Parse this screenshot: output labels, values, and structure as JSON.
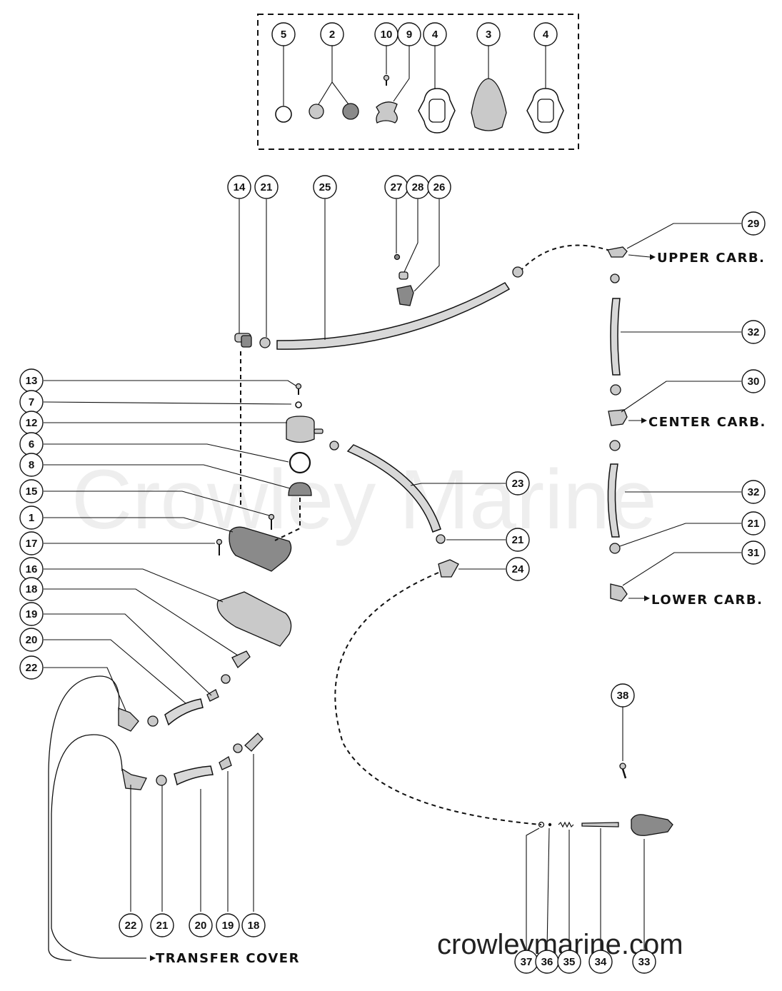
{
  "watermark": "Crowley Marine",
  "footer_url": "crowleymarine.com",
  "destinations": {
    "upper": "UPPER CARB.",
    "center": "CENTER CARB.",
    "lower": "LOWER CARB.",
    "transfer": "TRANSFER COVER"
  },
  "callouts": {
    "kit": [
      "5",
      "2",
      "10",
      "9",
      "4",
      "3",
      "4"
    ],
    "top": [
      "14",
      "21",
      "25",
      "27",
      "28",
      "26",
      "29"
    ],
    "left": [
      "13",
      "7",
      "12",
      "6",
      "8",
      "15",
      "1",
      "17",
      "16",
      "18",
      "19",
      "20",
      "22"
    ],
    "right": [
      "32",
      "30",
      "23",
      "32",
      "21",
      "21",
      "24",
      "31"
    ],
    "lower": [
      "38",
      "22",
      "21",
      "20",
      "19",
      "18",
      "37",
      "36",
      "35",
      "34",
      "33"
    ]
  },
  "colors": {
    "ink": "#111111",
    "part_fill": "#c9c9c9",
    "hose_fill": "#d8d8d8"
  }
}
